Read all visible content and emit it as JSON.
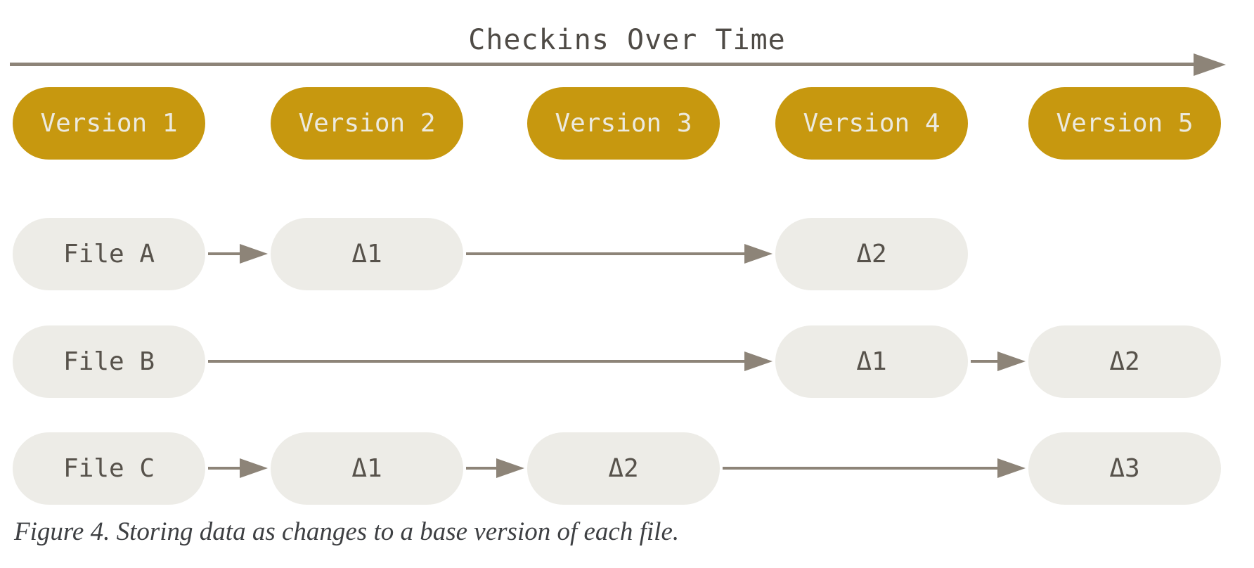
{
  "figure": {
    "timeline_title": "Checkins Over Time",
    "caption": "Figure 4. Storing data as changes to a base version of each file."
  },
  "versions": [
    "Version 1",
    "Version 2",
    "Version 3",
    "Version 4",
    "Version 5"
  ],
  "rows": [
    {
      "name": "file-a",
      "cells": [
        {
          "text": "File A",
          "col": 0
        },
        {
          "text": "Δ1",
          "col": 1
        },
        {
          "text": "Δ2",
          "col": 3
        }
      ]
    },
    {
      "name": "file-b",
      "cells": [
        {
          "text": "File B",
          "col": 0
        },
        {
          "text": "Δ1",
          "col": 3
        },
        {
          "text": "Δ2",
          "col": 4
        }
      ]
    },
    {
      "name": "file-c",
      "cells": [
        {
          "text": "File C",
          "col": 0
        },
        {
          "text": "Δ1",
          "col": 1
        },
        {
          "text": "Δ2",
          "col": 2
        },
        {
          "text": "Δ3",
          "col": 4
        }
      ]
    }
  ],
  "colors": {
    "version_fill": "#c7980f",
    "version_text": "#eceadf",
    "node_fill": "#edece7",
    "node_text": "#57524b",
    "arrow": "#8d8478",
    "title_text": "#4f4b46",
    "caption_text": "#3e4043",
    "background": "#ffffff"
  }
}
